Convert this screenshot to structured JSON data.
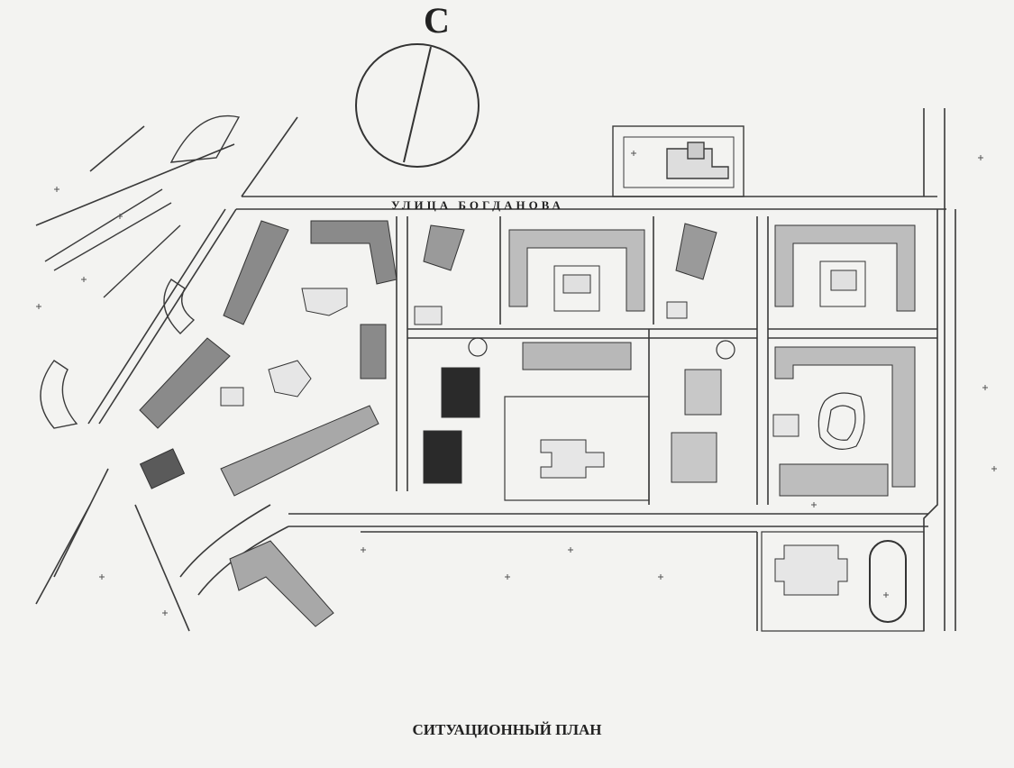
{
  "north_label": "С",
  "street_label": "УЛИЦА   БОГДАНОВА",
  "caption": "СИТУАЦИОННЫЙ ПЛАН",
  "colors": {
    "paper": "#f3f3f1",
    "line": "#3a3a3a",
    "building_light": "#bdbdbd",
    "building_mid": "#8a8a8a",
    "building_dark": "#2a2a2a"
  }
}
